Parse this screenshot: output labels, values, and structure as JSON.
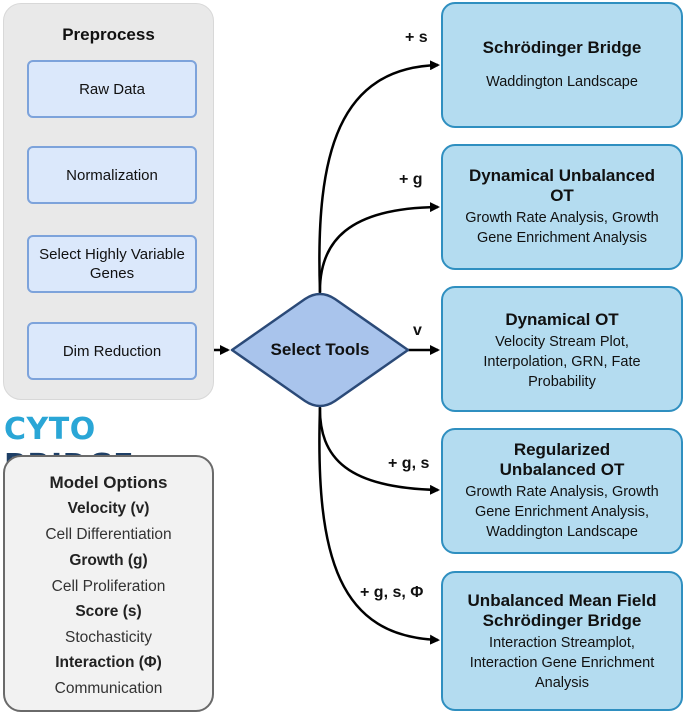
{
  "preprocess": {
    "title": "Preprocess",
    "steps": [
      "Raw Data",
      "Normalization",
      "Select Highly Variable Genes",
      "Dim Reduction"
    ]
  },
  "logo": {
    "part1": "CYTO",
    "part2": "BRIDGE",
    "color1": "#2aa6d6",
    "color2": "#1e3f66"
  },
  "model_options": {
    "title": "Model Options",
    "items": [
      {
        "name": "Velocity (v)",
        "desc": "Cell Differentiation"
      },
      {
        "name": "Growth (g)",
        "desc": "Cell Proliferation"
      },
      {
        "name": "Score (s)",
        "desc": "Stochasticity"
      },
      {
        "name": "Interaction (Φ)",
        "desc": "Communication"
      }
    ]
  },
  "select_tools": {
    "label": "Select Tools",
    "fill": "#a9c4ec",
    "stroke": "#2b4a78"
  },
  "tools": [
    {
      "edge": "+ s",
      "title": "Schrödinger Bridge",
      "desc": "Waddington Landscape"
    },
    {
      "edge": "+ g",
      "title": "Dynamical Unbalanced OT",
      "desc": "Growth Rate Analysis, Growth Gene Enrichment Analysis"
    },
    {
      "edge": "v",
      "title": "Dynamical OT",
      "desc": "Velocity Stream Plot, Interpolation, GRN, Fate Probability"
    },
    {
      "edge": "+ g, s",
      "title": "Regularized Unbalanced OT",
      "desc": "Growth Rate Analysis, Growth Gene Enrichment Analysis, Waddington Landscape"
    },
    {
      "edge": "+ g, s, Φ",
      "title": "Unbalanced Mean Field Schrödinger Bridge",
      "desc": "Interaction Streamplot, Interaction Gene Enrichment Analysis"
    }
  ]
}
